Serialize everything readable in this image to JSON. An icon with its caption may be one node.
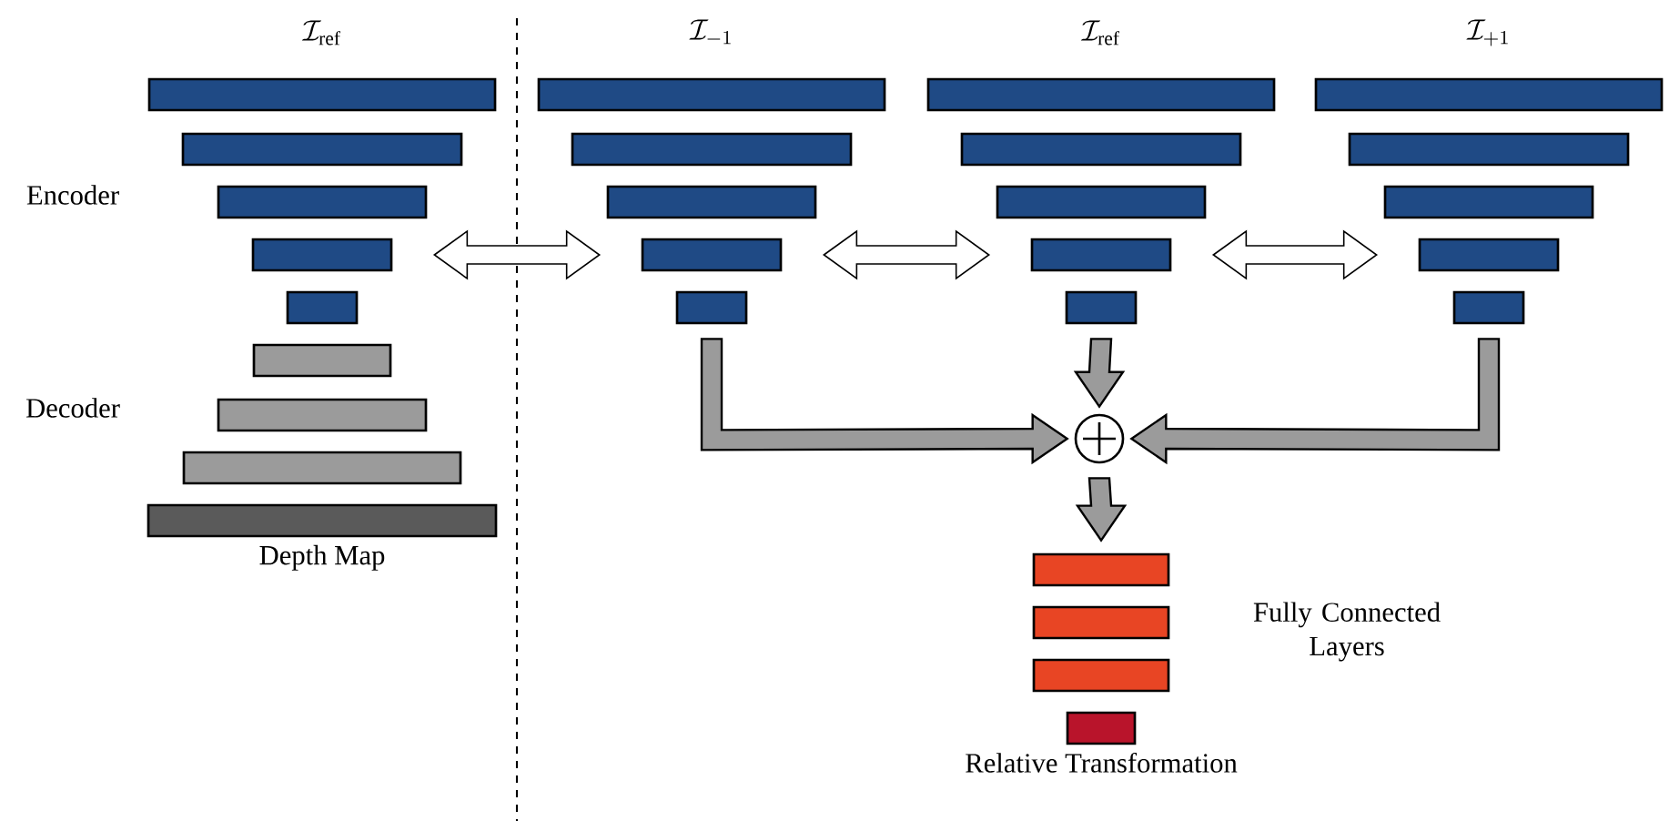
{
  "diagram": {
    "nodes": [
      {
        "text": [],
        "shape": "bar"
      },
      {
        "text": [],
        "shape": "bar"
      },
      {
        "text": [],
        "shape": "bar"
      },
      {
        "text": [],
        "shape": "bar"
      },
      {
        "text": [],
        "shape": "bar"
      },
      {
        "text": [],
        "shape": "bar"
      },
      {
        "text": [],
        "shape": "bar"
      },
      {
        "text": [],
        "shape": "bar"
      },
      {
        "text": [
          "Depth Map"
        ]
      },
      {
        "text": [],
        "shape": "bar"
      },
      {
        "text": [],
        "shape": "bar"
      },
      {
        "text": [],
        "shape": "bar"
      },
      {
        "text": [],
        "shape": "bar"
      },
      {
        "text": [],
        "shape": "bar"
      },
      {
        "text": [],
        "shape": "bar"
      },
      {
        "text": [],
        "shape": "bar"
      },
      {
        "text": [],
        "shape": "bar"
      },
      {
        "text": [],
        "shape": "bar"
      },
      {
        "text": [],
        "shape": "bar"
      },
      {
        "text": [],
        "shape": "bar"
      },
      {
        "text": [],
        "shape": "bar"
      },
      {
        "text": [],
        "shape": "bar"
      },
      {
        "text": [],
        "shape": "bar"
      },
      {
        "text": [],
        "shape": "bar"
      },
      {
        "text": [],
        "shape": "circle"
      },
      {
        "text": [],
        "shape": "bar"
      },
      {
        "text": [],
        "shape": "bar"
      },
      {
        "text": [],
        "shape": "bar"
      },
      {
        "text": [
          "Relative Transformation"
        ]
      }
    ],
    "edges": [
      {
        "from": 3,
        "to": 12,
        "arrow": "both"
      },
      {
        "from": 12,
        "to": 17,
        "arrow": "both"
      },
      {
        "from": 17,
        "to": 22,
        "arrow": "both"
      },
      {
        "from": 13,
        "to": 24,
        "arrow": "to",
        "style": "thick"
      },
      {
        "from": 18,
        "to": 24,
        "arrow": "to",
        "style": "thick"
      },
      {
        "from": 23,
        "to": 24,
        "arrow": "to",
        "style": "thick"
      },
      {
        "from": 24,
        "to": 25,
        "arrow": "to",
        "style": "thick"
      }
    ],
    "labels": [
      "\\mathcal{I}_{\\mathrm{ref}}",
      "\\mathcal{I}_{-1}",
      "\\mathcal{I}_{\\mathrm{ref}}",
      "\\mathcal{I}_{+1}",
      "Encoder",
      "Decoder",
      "Fully Connected Layers"
    ]
  }
}
